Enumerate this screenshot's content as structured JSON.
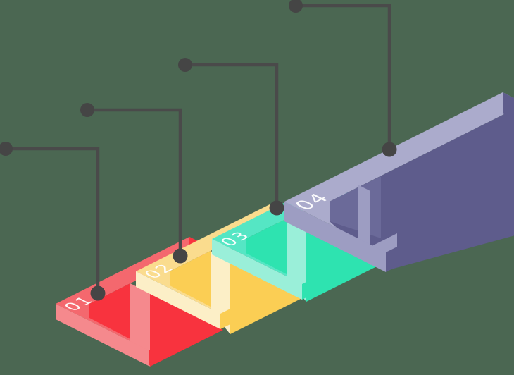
{
  "diagram": {
    "background": "#4B6752",
    "label_color": "#FFFFFF"
  },
  "steps": [
    {
      "label": "01",
      "colors": {
        "top": "#F4686E",
        "side": "#F5898D",
        "bright": "#F8333E",
        "inner": "#F8333E"
      }
    },
    {
      "label": "02",
      "colors": {
        "top": "#FADC8E",
        "side": "#FCEFC7",
        "bright": "#FBCE54",
        "inner": "#FBCE54"
      }
    },
    {
      "label": "03",
      "colors": {
        "top": "#55E6C4",
        "side": "#9AEFD9",
        "bright": "#2EE3B0",
        "inner": "#2EE3B0"
      }
    },
    {
      "label": "04",
      "colors": {
        "top": "#ABABCC",
        "side": "#9D9DC2",
        "bright": "#5E5C8C",
        "inner": "#6B6A99"
      }
    }
  ],
  "callouts": {
    "line_color": "#4A4A4A",
    "dot_color": "#454545"
  }
}
